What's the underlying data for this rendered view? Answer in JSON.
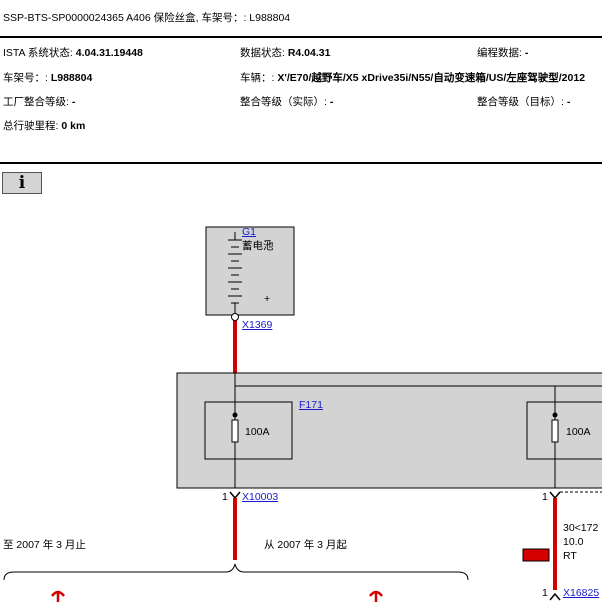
{
  "doc": {
    "title": "SSP-BTS-SP0000024365 A406 保险丝盒, 车架号：: L988804"
  },
  "info": {
    "ista_label": "ISTA 系统状态: ",
    "ista_value": "4.04.31.19448",
    "data_label": "数据状态: ",
    "data_value": "R4.04.31",
    "prog_label": "编程数据: ",
    "prog_value": "-",
    "vin_label": "车架号：: ",
    "vin_value": "L988804",
    "vehicle_label": "车辆：: ",
    "vehicle_value": "X'/E70/越野车/X5 xDrive35i/N55/自动变速箱/US/左座驾驶型/2012",
    "factory_label": "工厂整合等级: ",
    "factory_value": "-",
    "actual_label": "整合等级（实际）: ",
    "actual_value": "-",
    "target_label": "整合等级（目标）: ",
    "target_value": "-",
    "mileage_label": "总行驶里程: ",
    "mileage_value": "0 km"
  },
  "toolbar": {
    "info_icon": "info-icon",
    "info_glyph": "i"
  },
  "diagram": {
    "battery_id": "G1",
    "battery_name": "蓄电池",
    "battery_minus": "−",
    "battery_plus": "+",
    "conn_battery": "X1369",
    "fuse_box_id": "F171",
    "fuse1_rating": "100A",
    "fuse2_rating": "100A",
    "conn_left": "X10003",
    "conn_left_pin": "1",
    "conn_right_pin": "1",
    "until_label": "至 2007 年 3 月止",
    "from_label": "从 2007 年 3 月起",
    "wire_line1": "30<172",
    "wire_line2": "10.0",
    "wire_line3": "RT",
    "conn_bottom": "X16825",
    "conn_bottom_pin": "1",
    "colors": {
      "wire_red": "#d40000",
      "fuse_box_fill": "#d3d3d3",
      "battery_fill": "#d3d3d3",
      "link": "#1a1acc"
    }
  }
}
